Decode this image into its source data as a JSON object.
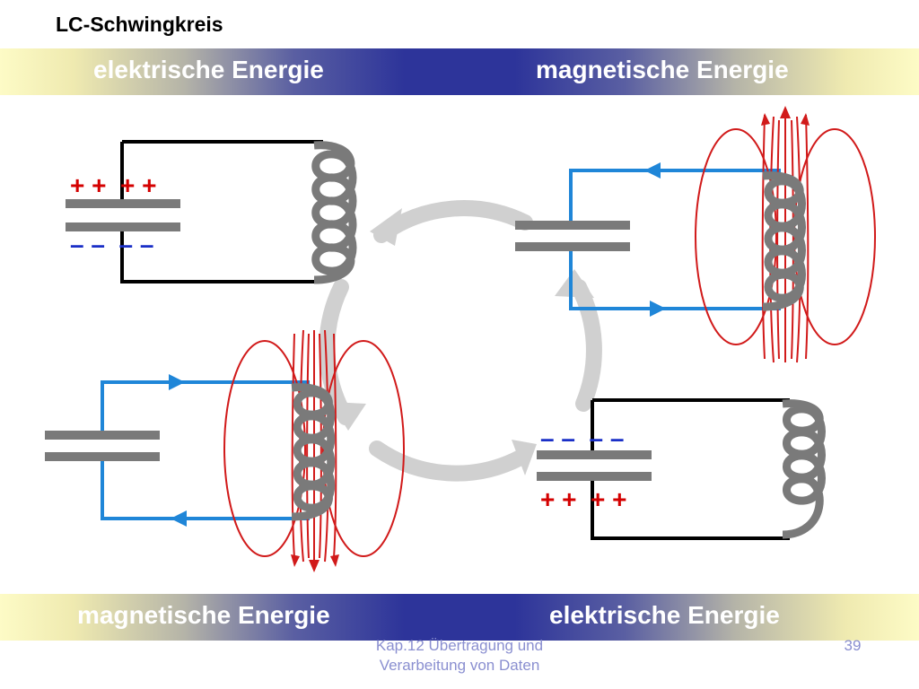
{
  "title": "LC-Schwingkreis",
  "bands": {
    "top_left": "elektrische Energie",
    "top_right": "magnetische Energie",
    "bottom_left": "magnetische Energie",
    "bottom_right": "elektrische Energie"
  },
  "charges": {
    "plus": "+ +  + +",
    "minus": "– –  – –"
  },
  "footer": {
    "course": "Kap.12 Übertragung und Verarbeitung von Daten",
    "page_number": "39"
  },
  "colors": {
    "wire_black": "#000000",
    "wire_blue": "#1f86d8",
    "coil_gray": "#7a7a7a",
    "field_red": "#d11a1a",
    "plus_red": "#d40000",
    "minus_blue": "#1a2fc7",
    "cycle_arrow": "#d0d0d0"
  }
}
